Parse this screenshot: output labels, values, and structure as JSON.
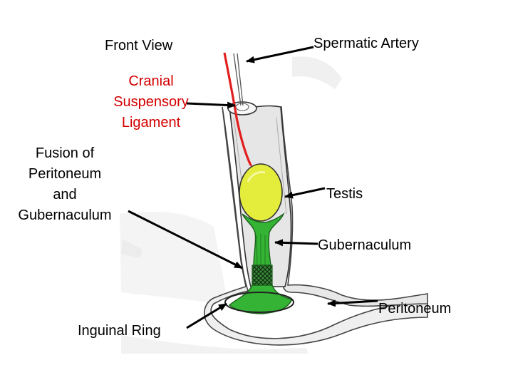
{
  "labels": {
    "front_view": "Front View",
    "spermatic_artery": "Spermatic Artery",
    "cranial_suspensory_ligament": [
      "Cranial",
      "Suspensory",
      "Ligament"
    ],
    "fusion": [
      "Fusion of",
      "Peritoneum",
      "and",
      "Gubernaculum"
    ],
    "testis": "Testis",
    "gubernaculum": "Gubernaculum",
    "peritoneum": "Peritoneum",
    "inguinal_ring": "Inguinal Ring"
  },
  "colors": {
    "testis": "#e4ec3c",
    "gubernaculum": "#34b334",
    "artery": "#e21f1f",
    "ligament_label": "#d40000"
  }
}
